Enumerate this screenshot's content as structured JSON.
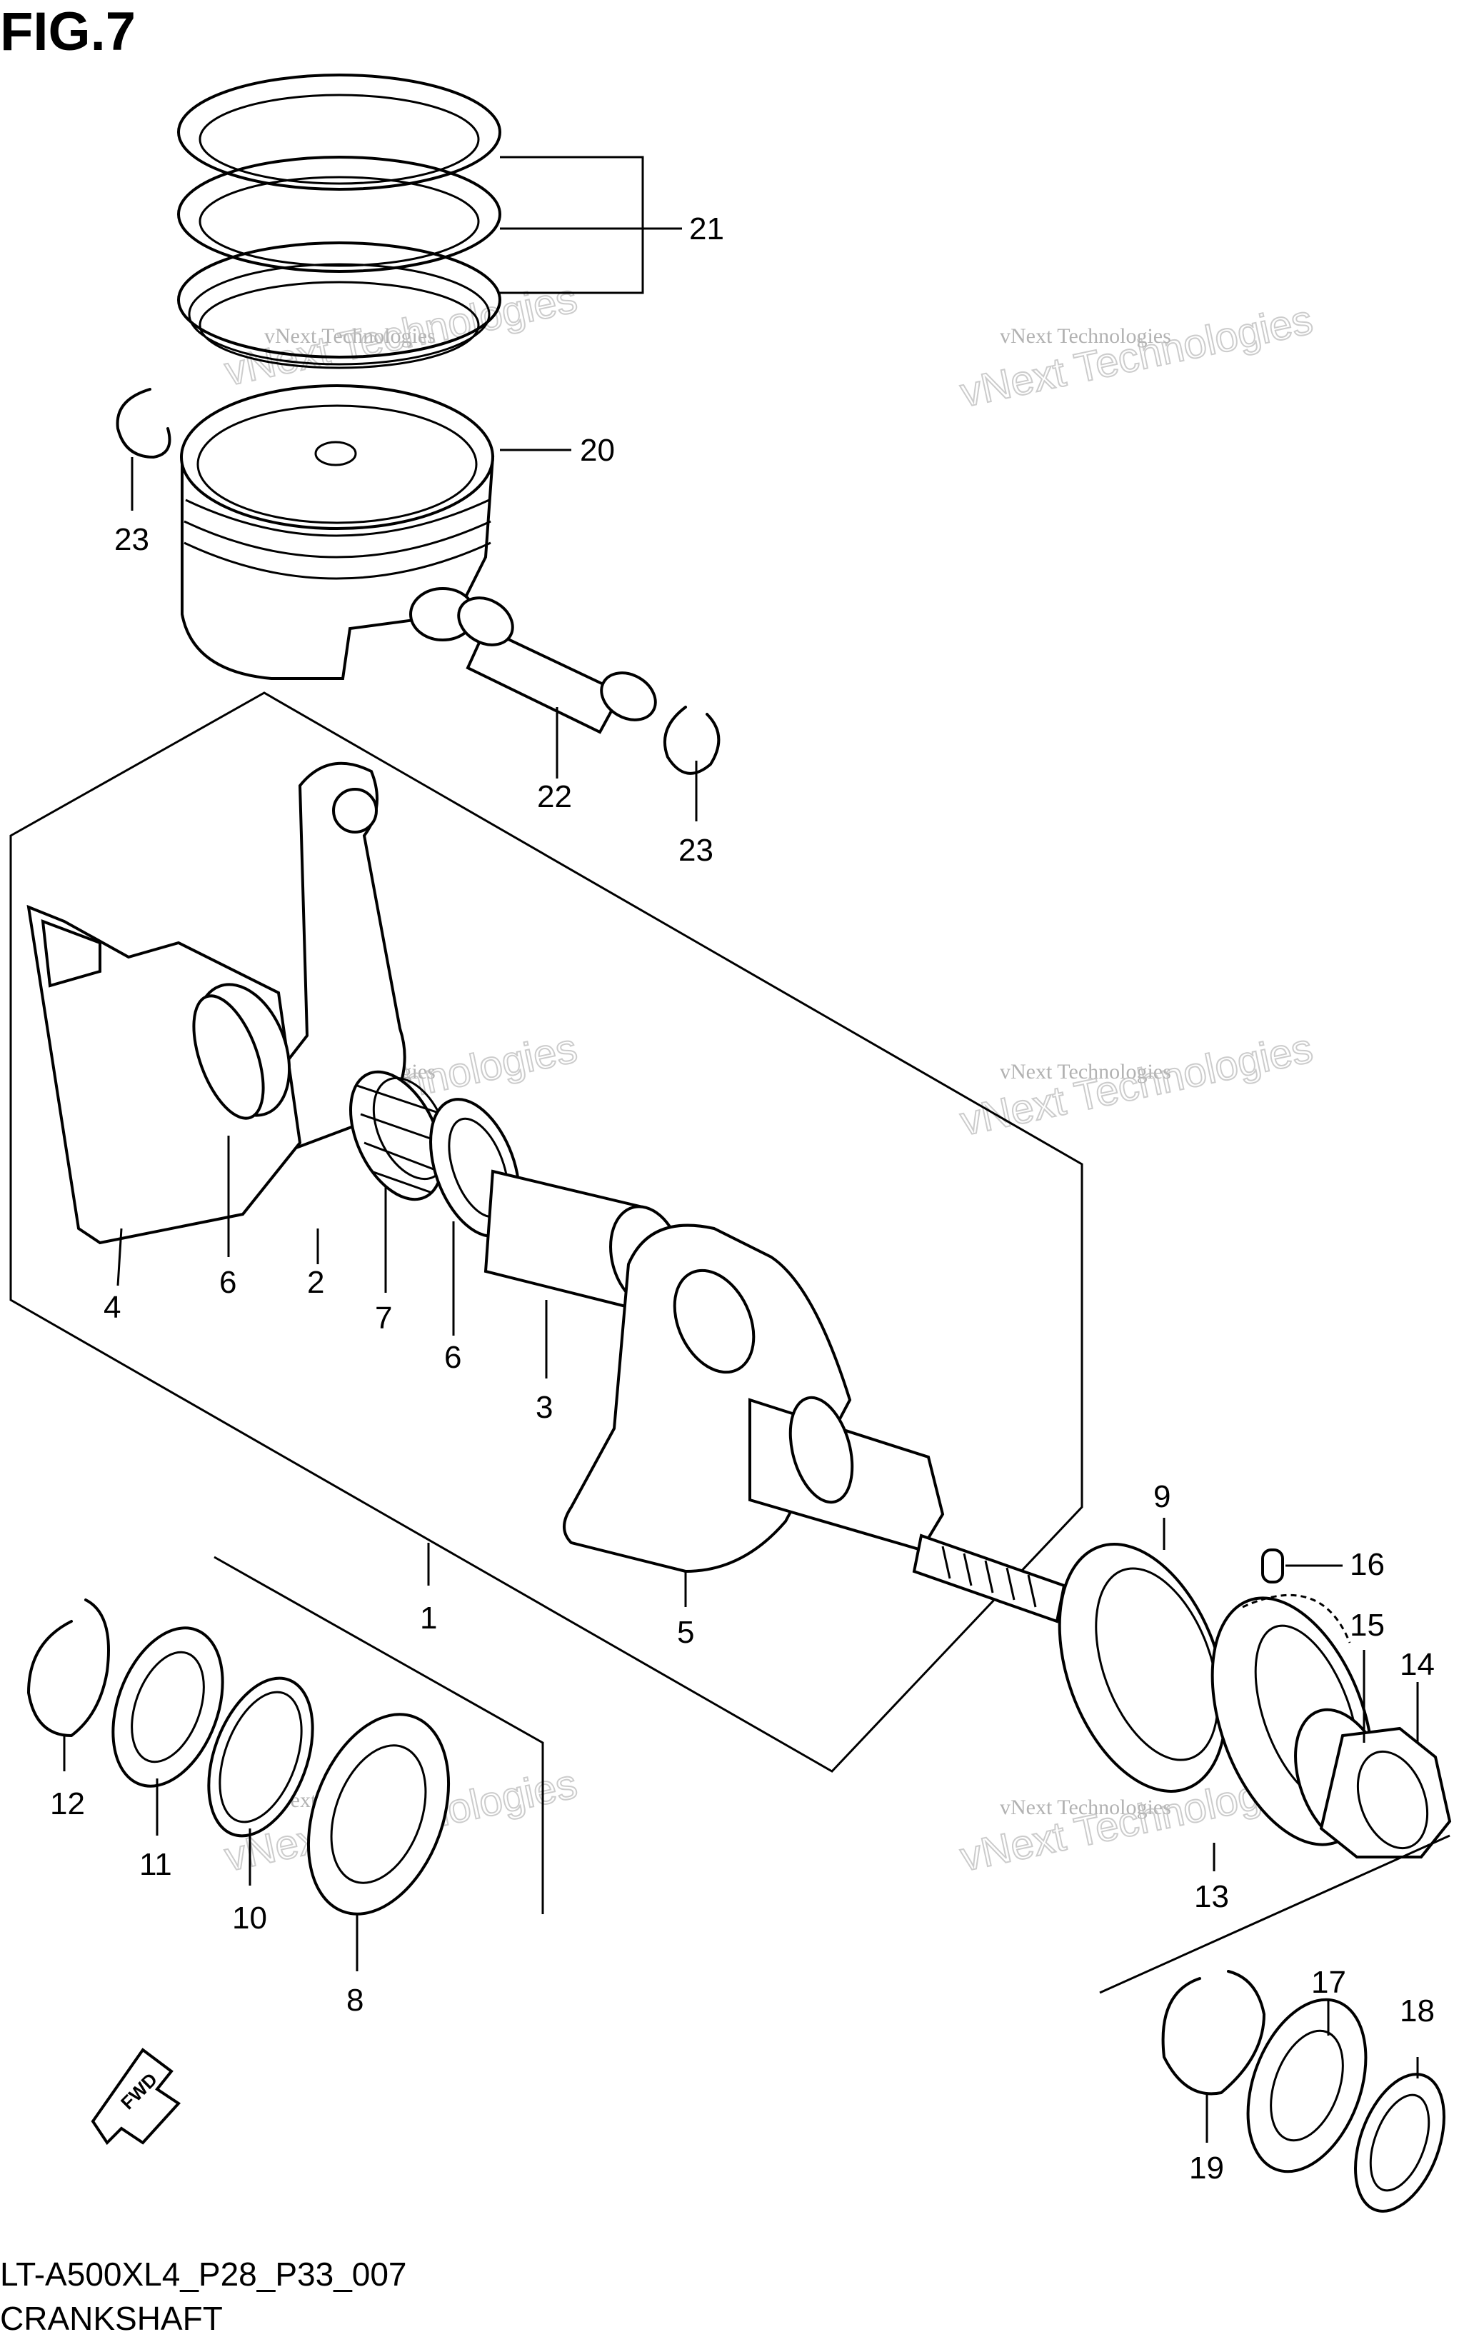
{
  "figure": {
    "title": "FIG.7",
    "code": "LT-A500XL4_P28_P33_007",
    "caption": "CRANKSHAFT"
  },
  "callouts": [
    {
      "id": "21",
      "label": "21"
    },
    {
      "id": "20",
      "label": "20"
    },
    {
      "id": "23a",
      "label": "23"
    },
    {
      "id": "22",
      "label": "22"
    },
    {
      "id": "23b",
      "label": "23"
    },
    {
      "id": "4",
      "label": "4"
    },
    {
      "id": "6a",
      "label": "6"
    },
    {
      "id": "2",
      "label": "2"
    },
    {
      "id": "7",
      "label": "7"
    },
    {
      "id": "6b",
      "label": "6"
    },
    {
      "id": "3",
      "label": "3"
    },
    {
      "id": "1",
      "label": "1"
    },
    {
      "id": "5",
      "label": "5"
    },
    {
      "id": "9",
      "label": "9"
    },
    {
      "id": "16",
      "label": "16"
    },
    {
      "id": "15",
      "label": "15"
    },
    {
      "id": "14",
      "label": "14"
    },
    {
      "id": "13",
      "label": "13"
    },
    {
      "id": "12",
      "label": "12"
    },
    {
      "id": "11",
      "label": "11"
    },
    {
      "id": "10",
      "label": "10"
    },
    {
      "id": "8",
      "label": "8"
    },
    {
      "id": "17",
      "label": "17"
    },
    {
      "id": "18",
      "label": "18"
    },
    {
      "id": "19",
      "label": "19"
    }
  ],
  "fwd_label": "FWD",
  "watermark": {
    "line1": "vNext Technologies",
    "line2": "vNext Technologies"
  }
}
